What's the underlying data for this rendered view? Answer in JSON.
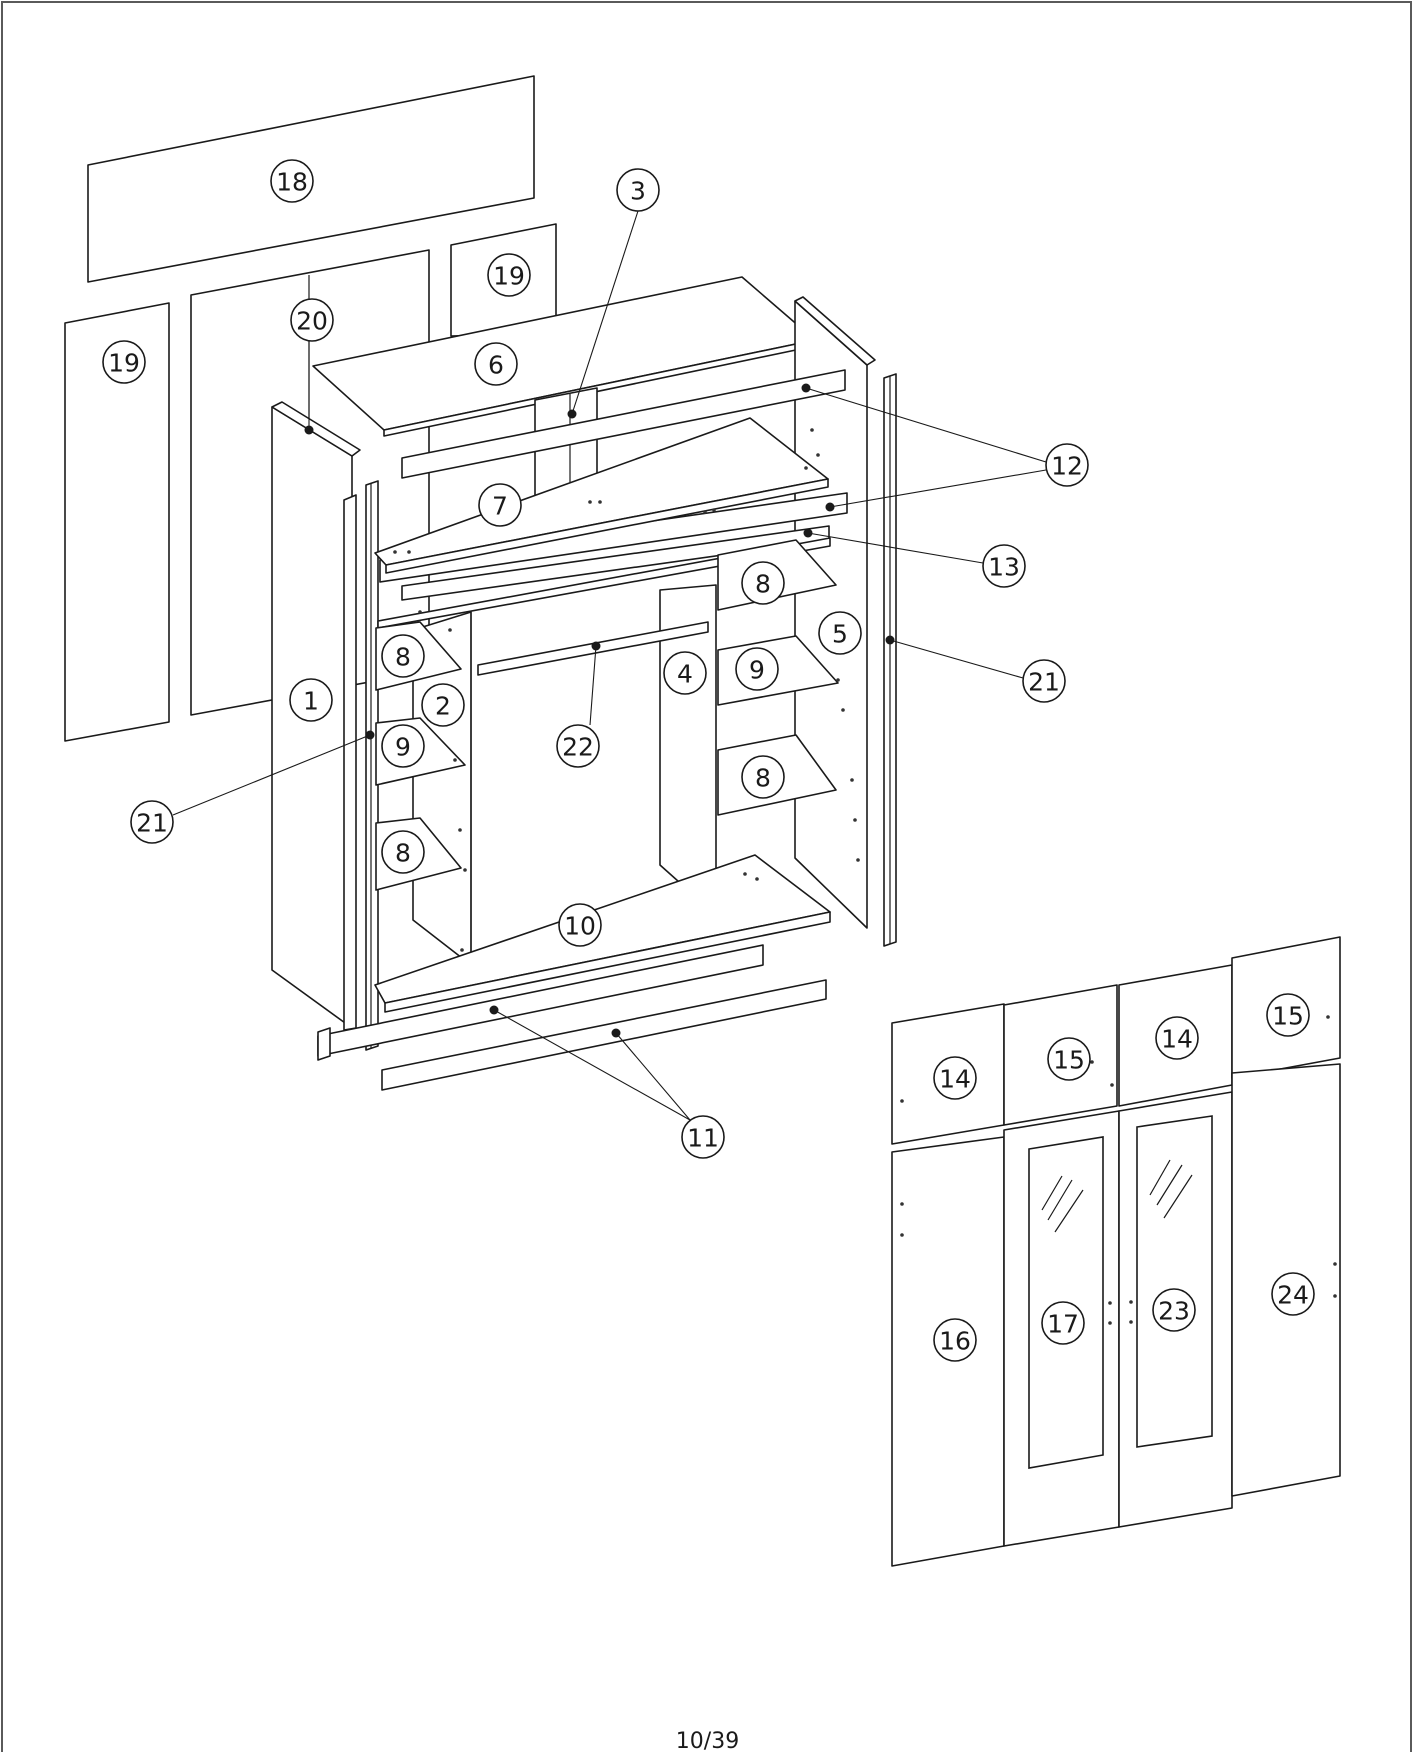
{
  "diagram": {
    "callouts": [
      {
        "id": "18",
        "label": "18"
      },
      {
        "id": "3",
        "label": "3"
      },
      {
        "id": "19a",
        "label": "19"
      },
      {
        "id": "19b",
        "label": "19"
      },
      {
        "id": "20",
        "label": "20"
      },
      {
        "id": "6",
        "label": "6"
      },
      {
        "id": "12",
        "label": "12"
      },
      {
        "id": "7",
        "label": "7"
      },
      {
        "id": "13",
        "label": "13"
      },
      {
        "id": "8a",
        "label": "8"
      },
      {
        "id": "5",
        "label": "5"
      },
      {
        "id": "8b",
        "label": "8"
      },
      {
        "id": "4",
        "label": "4"
      },
      {
        "id": "9a",
        "label": "9"
      },
      {
        "id": "21a",
        "label": "21"
      },
      {
        "id": "1",
        "label": "1"
      },
      {
        "id": "2",
        "label": "2"
      },
      {
        "id": "22",
        "label": "22"
      },
      {
        "id": "9b",
        "label": "9"
      },
      {
        "id": "8c",
        "label": "8"
      },
      {
        "id": "21b",
        "label": "21"
      },
      {
        "id": "8d",
        "label": "8"
      },
      {
        "id": "10",
        "label": "10"
      },
      {
        "id": "11",
        "label": "11"
      },
      {
        "id": "15a",
        "label": "15"
      },
      {
        "id": "14a",
        "label": "14"
      },
      {
        "id": "15b",
        "label": "15"
      },
      {
        "id": "14b",
        "label": "14"
      },
      {
        "id": "24",
        "label": "24"
      },
      {
        "id": "23",
        "label": "23"
      },
      {
        "id": "17",
        "label": "17"
      },
      {
        "id": "16",
        "label": "16"
      }
    ]
  },
  "page": {
    "number": "10/39"
  }
}
